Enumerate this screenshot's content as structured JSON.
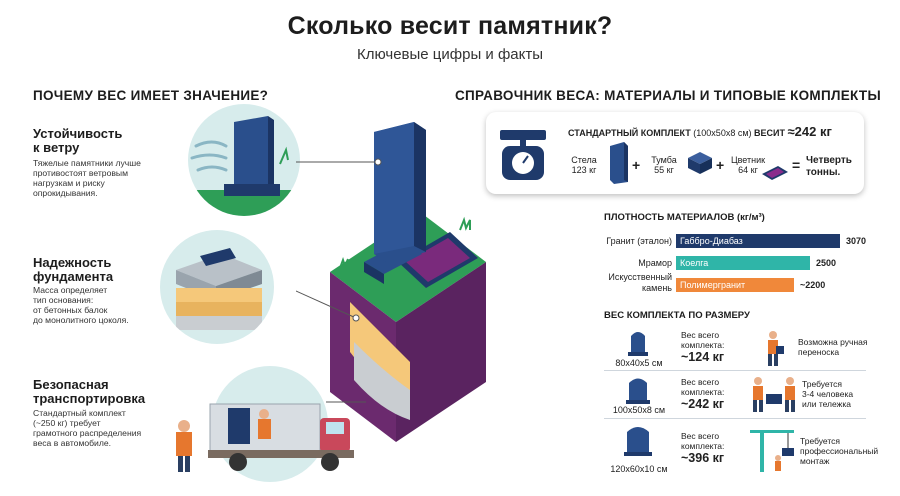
{
  "header": {
    "title": "Сколько весит памятник?",
    "subtitle": "Ключевые цифры и факты"
  },
  "left": {
    "section_title": "ПОЧЕМУ ВЕС ИМЕЕТ ЗНАЧЕНИЕ?",
    "features": [
      {
        "title_lines": [
          "Устойчивость",
          "к ветру"
        ],
        "text_lines": [
          "Тяжелые памятники лучше",
          "противостоят ветровым",
          "нагрузкам и риску",
          "опрокидывания."
        ]
      },
      {
        "title_lines": [
          "Надежность",
          "фундамента"
        ],
        "text_lines": [
          "Масса определяет",
          "тип основания:",
          "от бетонных балок",
          "до монолитного цоколя."
        ]
      },
      {
        "title_lines": [
          "Безопасная",
          "транспортировка"
        ],
        "text_lines": [
          "Стандартный комплект",
          "(~250 кг) требует",
          "грамотного распределения",
          "веса в автомобиле."
        ]
      }
    ]
  },
  "right": {
    "section_title": "СПРАВОЧНИК ВЕСА: МАТЕРИАЛЫ И ТИПОВЫЕ КОМПЛЕКТЫ",
    "standard_kit": {
      "label": "СТАНДАРТНЫЙ КОМПЛЕКТ",
      "size": "(100x50x8 см)",
      "weighs": "ВЕСИТ",
      "total": "≈242 кг",
      "parts": [
        {
          "name": "Стела",
          "weight": "123 кг"
        },
        {
          "name": "Тумба",
          "weight": "55 кг"
        },
        {
          "name": "Цветник",
          "weight": "64 кг"
        }
      ],
      "plus": "+",
      "equals": "=",
      "result_lines": [
        "Четверть",
        "тонны."
      ]
    },
    "density": {
      "title": "ПЛОТНОСТЬ МАТЕРИАЛОВ (кг/м³)",
      "rows": [
        {
          "category": "Гранит (эталон)",
          "material": "Габбро-Диабаз",
          "value": 3070,
          "value_text": "3070",
          "color": "#1f3a6b"
        },
        {
          "category": "Мрамор",
          "material": "Коелга",
          "value": 2500,
          "value_text": "2500",
          "color": "#2fb5a8"
        },
        {
          "category": "Искусственный камень",
          "category_lines": [
            "Искусственный",
            "камень"
          ],
          "material": "Полимергранит",
          "value": 2200,
          "value_text": "~2200",
          "color": "#f0883a"
        }
      ],
      "max": 3070
    },
    "kits": {
      "title": "ВЕС КОМПЛЕКТА ПО РАЗМЕРУ",
      "rows": [
        {
          "size": "80x40x5 см",
          "weight_label_lines": [
            "Вес всего",
            "комплекта:"
          ],
          "weight": "~124 кг",
          "note_lines": [
            "Возможна ручная",
            "переноска"
          ]
        },
        {
          "size": "100x50x8 см",
          "weight_label_lines": [
            "Вес всего",
            "комплекта:"
          ],
          "weight": "~242 кг",
          "note_lines": [
            "Требуется",
            "3-4 человека",
            "или тележка"
          ]
        },
        {
          "size": "120x60x10 см",
          "weight_label_lines": [
            "Вес всего",
            "комплекта:"
          ],
          "weight": "~396 кг",
          "note_lines": [
            "Требуется",
            "профессиональный",
            "монтаж"
          ]
        }
      ]
    }
  },
  "colors": {
    "navy": "#1f3a6b",
    "teal": "#2fb5a8",
    "orange": "#f0883a",
    "purple": "#6b2a6e",
    "green": "#2e9e57"
  }
}
